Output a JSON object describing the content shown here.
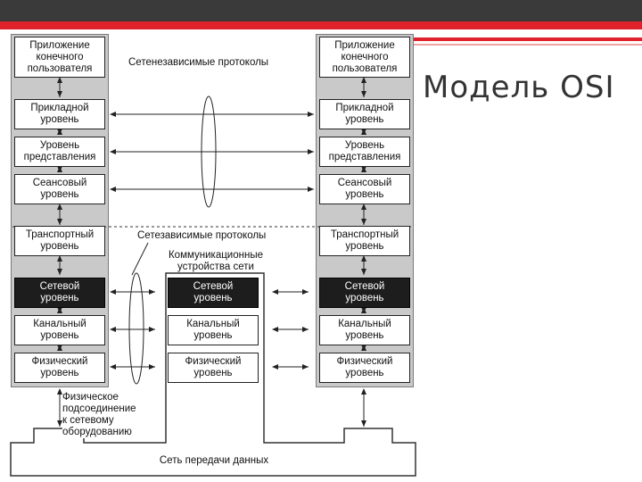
{
  "slide": {
    "title": "Модель OSI",
    "colors": {
      "top_bar": "#3a3a3a",
      "accent": "#e0222c",
      "dark_box": "#1d1d1d"
    }
  },
  "diagram": {
    "user_app": "Приложение\nконечного\nпользователя",
    "layers": {
      "application": "Прикладной\nуровень",
      "presentation": "Уровень\nпредставления",
      "session": "Сеансовый\nуровень",
      "transport": "Транспортный\nуровень",
      "network": "Сетевой\nуровень",
      "datalink": "Канальный\nуровень",
      "physical": "Физический\nуровень"
    },
    "labels": {
      "net_independent": "Сетенезависимые протоколы",
      "net_dependent": "Сетезависимые протоколы",
      "comm_devices": "Коммуникационные\nустройства сети",
      "physical_connection": "Физическое\nподсоединение\nк сетевому\nоборудованию",
      "data_network": "Сеть передачи данных"
    }
  }
}
